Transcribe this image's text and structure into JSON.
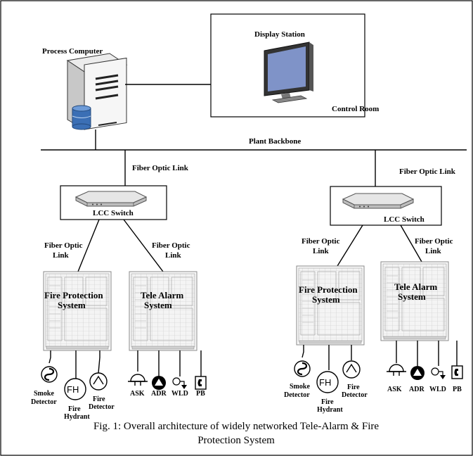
{
  "figure": {
    "caption_line1": "Fig. 1: Overall architecture of widely networked Tele-Alarm & Fire",
    "caption_line2": "Protection System"
  },
  "process_computer": {
    "label": "Process Computer"
  },
  "control_room": {
    "display_station_label": "Display Station",
    "room_label": "Control Room"
  },
  "backbone": {
    "label": "Plant Backbone"
  },
  "left_branch": {
    "uplink_label": "Fiber Optic Link",
    "switch_label": "LCC Switch",
    "link_left": [
      "Fiber Optic",
      "Link"
    ],
    "link_right": [
      "Fiber Optic",
      "Link"
    ],
    "panel_fire": [
      "Fire Protection",
      "System"
    ],
    "panel_alarm": [
      "Tele Alarm",
      "System"
    ],
    "devices": {
      "smoke": [
        "Smoke",
        "Detector"
      ],
      "hydrant_icon": "FH",
      "hydrant": [
        "Fire",
        "Hydrant"
      ],
      "fire": [
        "Fire",
        "Detector"
      ],
      "ask": "ASK",
      "adr": "ADR",
      "wld": "WLD",
      "pb": "PB"
    }
  },
  "right_branch": {
    "uplink_label": "Fiber Optic Link",
    "switch_label": "LCC Switch",
    "link_left": [
      "Fiber Optic",
      "Link"
    ],
    "link_right": [
      "Fiber Optic",
      "Link"
    ],
    "panel_fire": [
      "Fire Protection",
      "System"
    ],
    "panel_alarm": [
      "Tele Alarm",
      "System"
    ],
    "devices": {
      "smoke": [
        "Smoke",
        "Detector"
      ],
      "hydrant_icon": "FH",
      "hydrant": [
        "Fire",
        "Hydrant"
      ],
      "fire": [
        "Fire",
        "Detector"
      ],
      "ask": "ASK",
      "adr": "ADR",
      "wld": "WLD",
      "pb": "PB"
    }
  }
}
